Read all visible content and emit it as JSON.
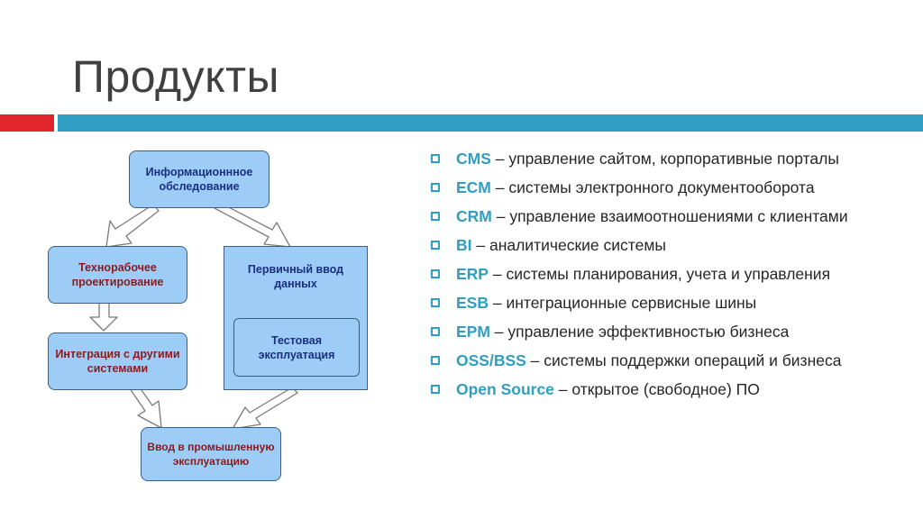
{
  "slide": {
    "title": "Продукты"
  },
  "diagram": {
    "box1": "Информационнное обследование",
    "box2": "Технорабочее проектирование",
    "box3": "Интеграция с другими системами",
    "box4": "Первичный ввод данных",
    "box5": "Тестовая эксплуатация",
    "box6": "Ввод в промышленную эксплуатацию"
  },
  "bullets": [
    {
      "term": "CMS",
      "desc": " – управление сайтом, корпоративные порталы"
    },
    {
      "term": "ECM",
      "desc": " – системы электронного документооборота"
    },
    {
      "term": "CRM",
      "desc": " – управление взаимоотношениями с клиентами"
    },
    {
      "term": "BI",
      "desc": " – аналитические системы"
    },
    {
      "term": "ERP",
      "desc": " – системы планирования, учета и управления"
    },
    {
      "term": "ESB",
      "desc": " – интеграционные сервисные шины"
    },
    {
      "term": "EPM",
      "desc": " – управление эффективностью бизнеса"
    },
    {
      "term": "OSS/BSS",
      "desc": " – системы поддержки операций и бизнеса"
    },
    {
      "term": "Open Source",
      "desc": " – открытое (свободное) ПО"
    }
  ],
  "colors": {
    "accent_blue": "#2e9ec2",
    "accent_red": "#e0262c",
    "box_fill": "#9dcdf7"
  }
}
